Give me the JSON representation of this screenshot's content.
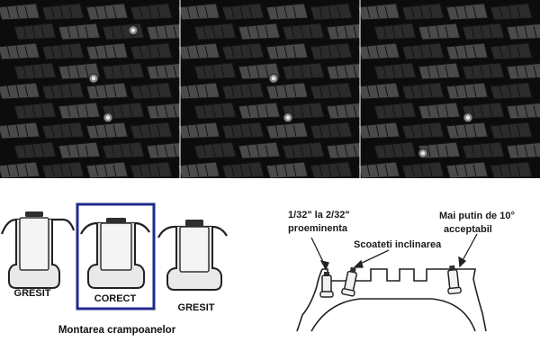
{
  "colors": {
    "rubber": "#2b2b2b",
    "rubber_light": "#4a4a4a",
    "groove": "#0c0c0c",
    "frame": "#1f2a8c",
    "line": "#222222",
    "stud_body": "#f2f2f2",
    "stud_cap": "#2e2e2e"
  },
  "photos": [
    {
      "name": "tire-photo-left",
      "stud_count": 3
    },
    {
      "name": "tire-photo-center",
      "stud_count": 2
    },
    {
      "name": "tire-photo-right",
      "stud_count": 2
    }
  ],
  "studs": {
    "variants": [
      {
        "label": "GRESIT",
        "state": "too-deep"
      },
      {
        "label": "CORECT",
        "state": "correct",
        "highlighted": true
      },
      {
        "label": "GRESIT",
        "state": "too-high"
      }
    ],
    "caption": "Montarea crampoanelor"
  },
  "tire_section": {
    "labels": {
      "protrusion_a": "1/32\" la 2/32\"",
      "protrusion_b": "proeminenta",
      "remove_tilt": "Scoateti inclinarea",
      "tilt_a": "Mai putin de 10°",
      "tilt_b": "acceptabil"
    }
  }
}
